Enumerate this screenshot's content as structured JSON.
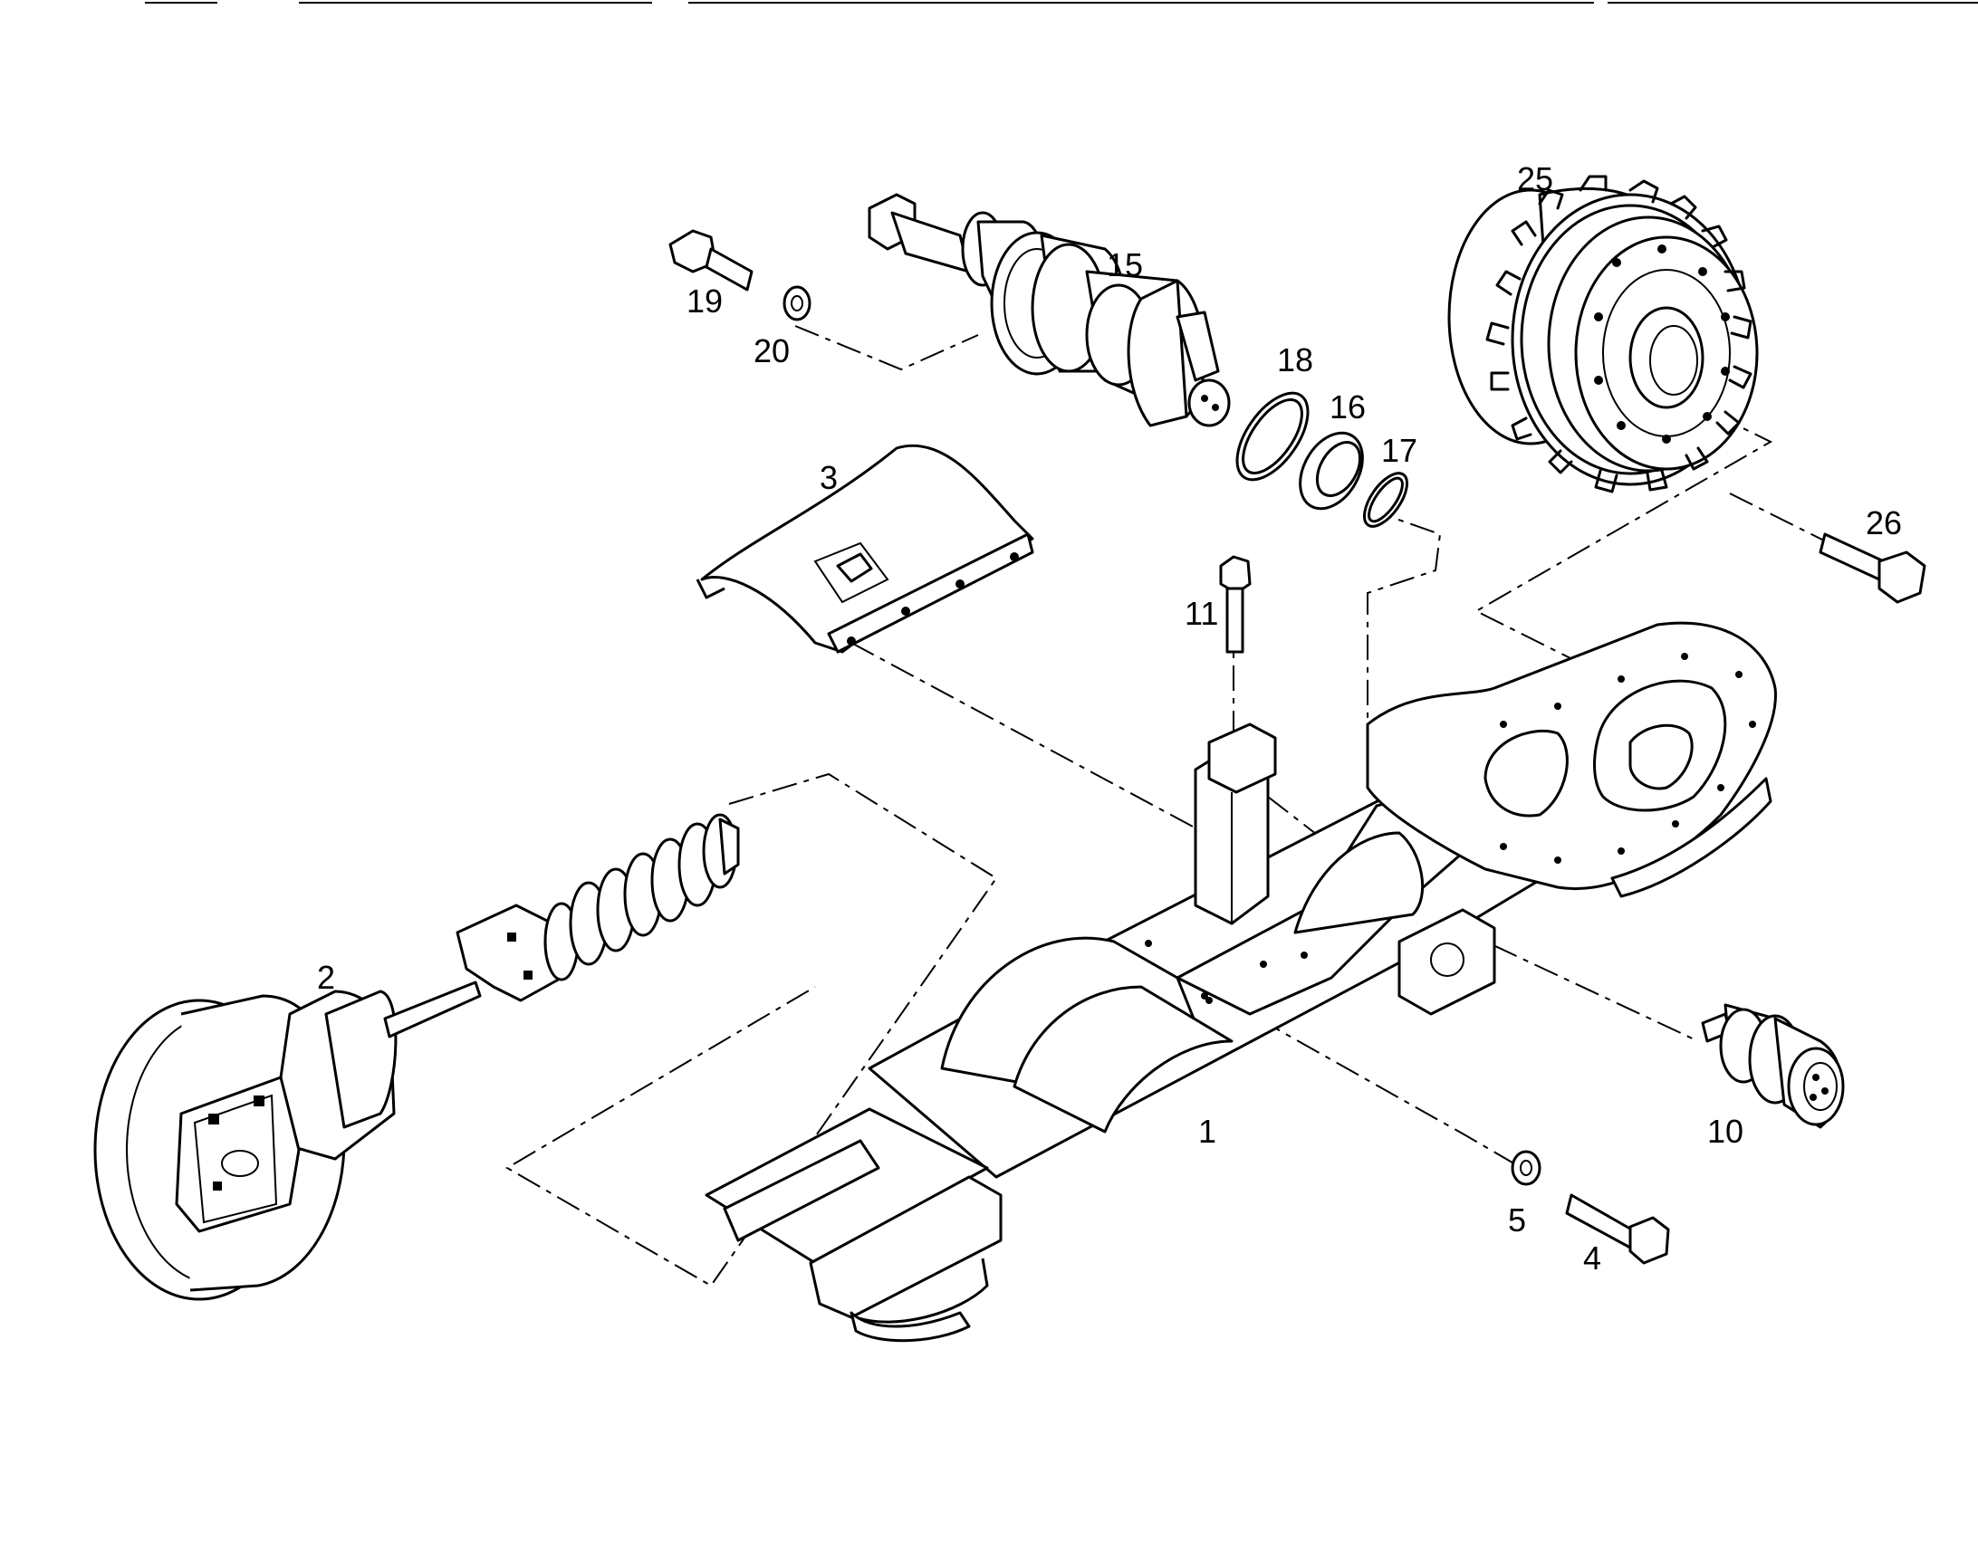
{
  "diagram": {
    "callouts": {
      "p1": "1",
      "p2": "2",
      "p3": "3",
      "p4": "4",
      "p5": "5",
      "p10": "10",
      "p11": "11",
      "p15": "15",
      "p16": "16",
      "p17": "17",
      "p18": "18",
      "p19": "19",
      "p20": "20",
      "p25": "25",
      "p26": "26"
    }
  }
}
